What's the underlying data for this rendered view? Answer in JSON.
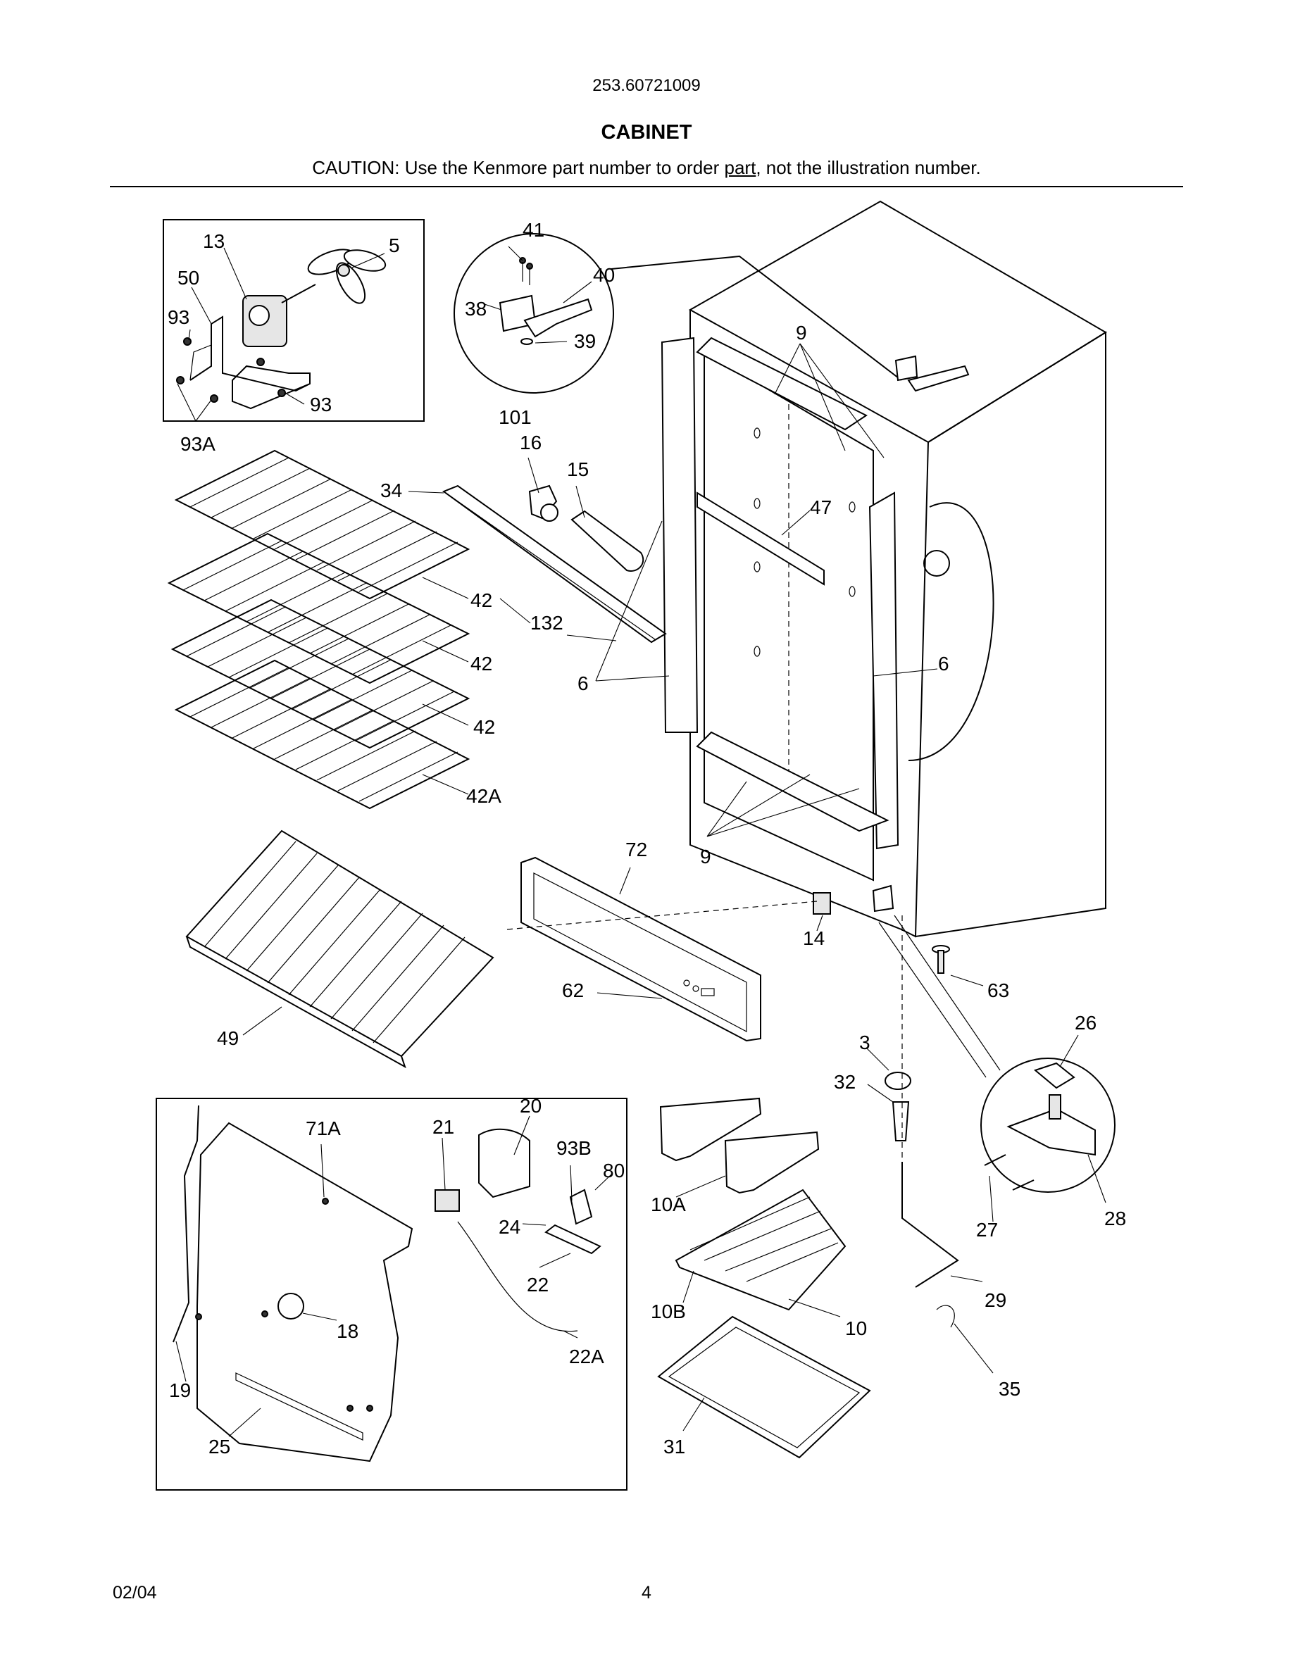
{
  "header": {
    "model_number": "253.60721009",
    "title": "CABINET",
    "caution_prefix": "CAUTION: Use the Kenmore part number to order ",
    "caution_underlined": "part",
    "caution_suffix": ", not the illustration number."
  },
  "footer": {
    "date": "02/04",
    "page_number": "4"
  },
  "callouts": {
    "c13": "13",
    "c5": "5",
    "c50": "50",
    "c93a_top": "93",
    "c93_bottom": "93",
    "c93A": "93A",
    "c41": "41",
    "c40": "40",
    "c38": "38",
    "c39": "39",
    "c101": "101",
    "c9_top": "9",
    "c9_bottom": "9",
    "c16": "16",
    "c15": "15",
    "c34": "34",
    "c47": "47",
    "c42_a": "42",
    "c42_b": "42",
    "c42_c": "42",
    "c42A": "42A",
    "c132": "132",
    "c6_left": "6",
    "c6_right": "6",
    "c72": "72",
    "c14": "14",
    "c63": "63",
    "c62": "62",
    "c49": "49",
    "c3": "3",
    "c26": "26",
    "c32": "32",
    "c20": "20",
    "c71A": "71A",
    "c21": "21",
    "c93B": "93B",
    "c80": "80",
    "c10A": "10A",
    "c24": "24",
    "c27": "27",
    "c28": "28",
    "c22": "22",
    "c18": "18",
    "c10B": "10B",
    "c10": "10",
    "c29": "29",
    "c22A": "22A",
    "c19": "19",
    "c35": "35",
    "c25": "25",
    "c31": "31"
  }
}
